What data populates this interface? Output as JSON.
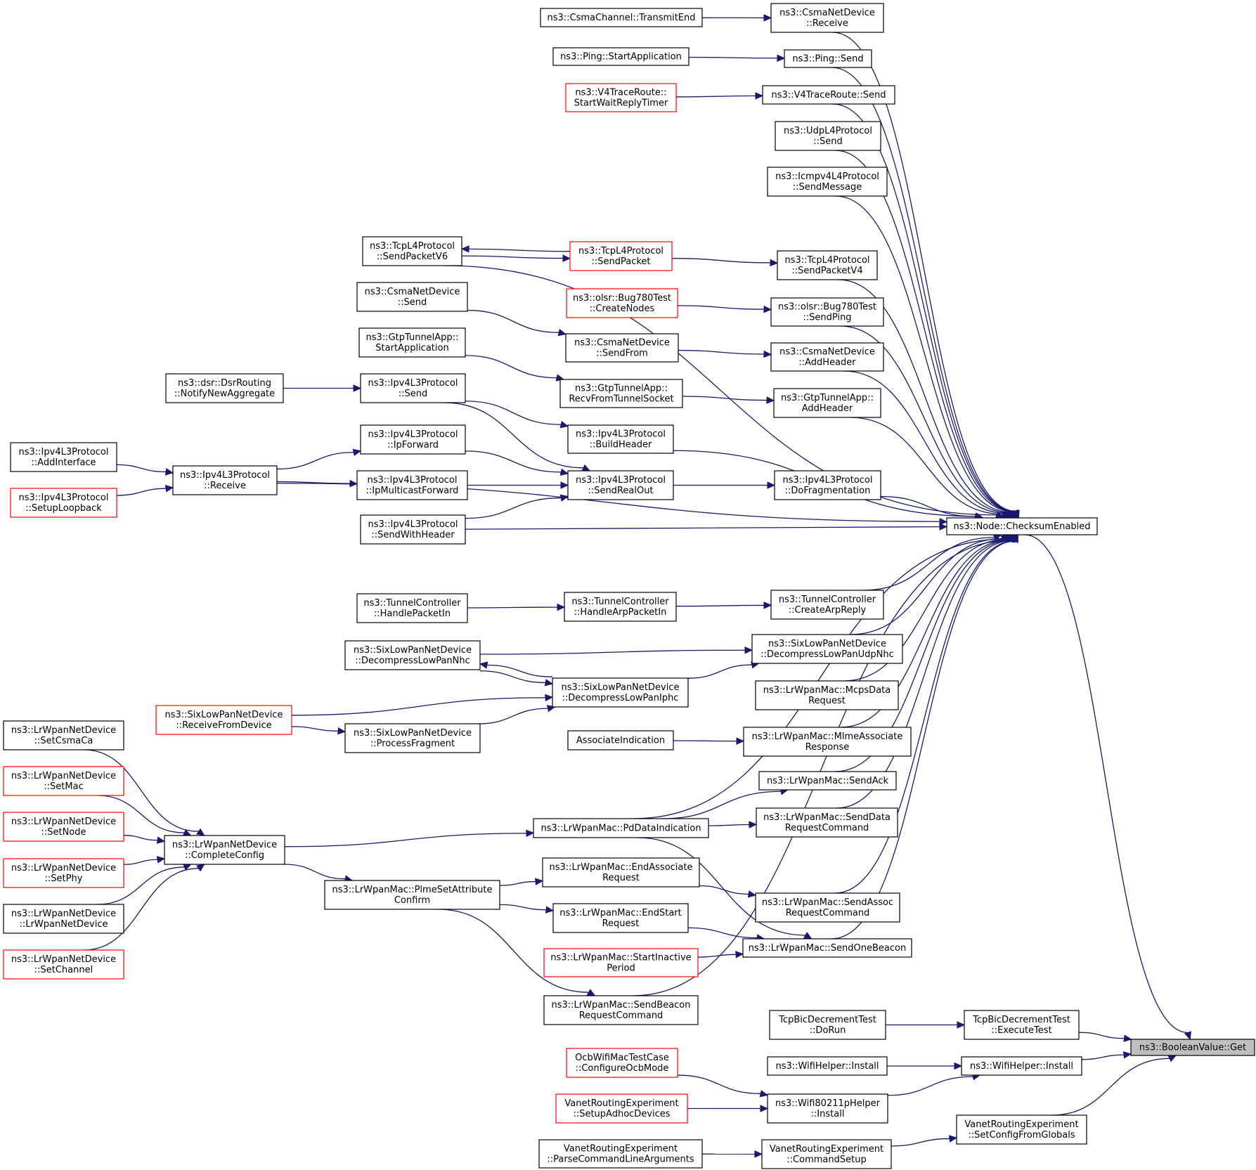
{
  "diagram": {
    "nodes": [
      {
        "id": "n_bool_get",
        "lines": [
          "ns3::BooleanValue::Get"
        ],
        "root": true
      },
      {
        "id": "n_checksum",
        "lines": [
          "ns3::Node::ChecksumEnabled"
        ]
      },
      {
        "id": "n_csma_transmitend",
        "lines": [
          "ns3::CsmaChannel::TransmitEnd"
        ]
      },
      {
        "id": "n_csma_receive",
        "lines": [
          "ns3::CsmaNetDevice",
          "::Receive"
        ]
      },
      {
        "id": "n_ping_start",
        "lines": [
          "ns3::Ping::StartApplication"
        ]
      },
      {
        "id": "n_ping_send",
        "lines": [
          "ns3::Ping::Send"
        ]
      },
      {
        "id": "n_v4tr_startwait",
        "lines": [
          "ns3::V4TraceRoute::",
          "StartWaitReplyTimer"
        ],
        "red": true
      },
      {
        "id": "n_v4tr_send",
        "lines": [
          "ns3::V4TraceRoute::Send"
        ]
      },
      {
        "id": "n_udpl4_send",
        "lines": [
          "ns3::UdpL4Protocol",
          "::Send"
        ]
      },
      {
        "id": "n_icmpv4_sendmsg",
        "lines": [
          "ns3::Icmpv4L4Protocol",
          "::SendMessage"
        ]
      },
      {
        "id": "n_tcp_sendpacketv6",
        "lines": [
          "ns3::TcpL4Protocol",
          "::SendPacketV6"
        ]
      },
      {
        "id": "n_tcp_sendpacket",
        "lines": [
          "ns3::TcpL4Protocol",
          "::SendPacket"
        ],
        "red": true
      },
      {
        "id": "n_tcp_sendpacketv4",
        "lines": [
          "ns3::TcpL4Protocol",
          "::SendPacketV4"
        ]
      },
      {
        "id": "n_csma_send",
        "lines": [
          "ns3::CsmaNetDevice",
          "::Send"
        ]
      },
      {
        "id": "n_olsr_createnodes",
        "lines": [
          "ns3::olsr::Bug780Test",
          "::CreateNodes"
        ],
        "red": true
      },
      {
        "id": "n_olsr_sendping",
        "lines": [
          "ns3::olsr::Bug780Test",
          "::SendPing"
        ]
      },
      {
        "id": "n_csma_sendfrom",
        "lines": [
          "ns3::CsmaNetDevice",
          "::SendFrom"
        ]
      },
      {
        "id": "n_csma_addheader",
        "lines": [
          "ns3::CsmaNetDevice",
          "::AddHeader"
        ]
      },
      {
        "id": "n_gtp_startapp",
        "lines": [
          "ns3::GtpTunnelApp::",
          "StartApplication"
        ]
      },
      {
        "id": "n_gtp_recv",
        "lines": [
          "ns3::GtpTunnelApp::",
          "RecvFromTunnelSocket"
        ]
      },
      {
        "id": "n_gtp_addheader",
        "lines": [
          "ns3::GtpTunnelApp::",
          "AddHeader"
        ]
      },
      {
        "id": "n_dsr_notify",
        "lines": [
          "ns3::dsr::DsrRouting",
          "::NotifyNewAggregate"
        ]
      },
      {
        "id": "n_ipv4_send",
        "lines": [
          "ns3::Ipv4L3Protocol",
          "::Send"
        ]
      },
      {
        "id": "n_ipv4_buildheader",
        "lines": [
          "ns3::Ipv4L3Protocol",
          "::BuildHeader"
        ]
      },
      {
        "id": "n_ipv4_ipforward",
        "lines": [
          "ns3::Ipv4L3Protocol",
          "::IpForward"
        ]
      },
      {
        "id": "n_ipv4_addinterface",
        "lines": [
          "ns3::Ipv4L3Protocol",
          "::AddInterface"
        ]
      },
      {
        "id": "n_ipv4_receive",
        "lines": [
          "ns3::Ipv4L3Protocol",
          "::Receive"
        ]
      },
      {
        "id": "n_ipv4_ipmcast",
        "lines": [
          "ns3::Ipv4L3Protocol",
          "::IpMulticastForward"
        ]
      },
      {
        "id": "n_ipv4_sendrealout",
        "lines": [
          "ns3::Ipv4L3Protocol",
          "::SendRealOut"
        ]
      },
      {
        "id": "n_ipv4_dofrag",
        "lines": [
          "ns3::Ipv4L3Protocol",
          "::DoFragmentation"
        ]
      },
      {
        "id": "n_ipv4_setuploop",
        "lines": [
          "ns3::Ipv4L3Protocol",
          "::SetupLoopback"
        ],
        "red": true
      },
      {
        "id": "n_ipv4_sendwithheader",
        "lines": [
          "ns3::Ipv4L3Protocol",
          "::SendWithHeader"
        ]
      },
      {
        "id": "n_tunnel_handlepkt",
        "lines": [
          "ns3::TunnelController",
          "::HandlePacketIn"
        ]
      },
      {
        "id": "n_tunnel_handlearp",
        "lines": [
          "ns3::TunnelController",
          "::HandleArpPacketIn"
        ]
      },
      {
        "id": "n_tunnel_createarp",
        "lines": [
          "ns3::TunnelController",
          "::CreateArpReply"
        ]
      },
      {
        "id": "n_six_decompnhc",
        "lines": [
          "ns3::SixLowPanNetDevice",
          "::DecompressLowPanNhc"
        ]
      },
      {
        "id": "n_six_decompudpnhc",
        "lines": [
          "ns3::SixLowPanNetDevice",
          "::DecompressLowPanUdpNhc"
        ]
      },
      {
        "id": "n_six_decompiphc",
        "lines": [
          "ns3::SixLowPanNetDevice",
          "::DecompressLowPanIphc"
        ]
      },
      {
        "id": "n_six_recvfromdev",
        "lines": [
          "ns3::SixLowPanNetDevice",
          "::ReceiveFromDevice"
        ],
        "red": true
      },
      {
        "id": "n_six_procfrag",
        "lines": [
          "ns3::SixLowPanNetDevice",
          "::ProcessFragment"
        ]
      },
      {
        "id": "n_lrmac_mcpsdata",
        "lines": [
          "ns3::LrWpanMac::McpsData",
          "Request"
        ]
      },
      {
        "id": "n_assoc_ind",
        "lines": [
          "AssociateIndication"
        ]
      },
      {
        "id": "n_lrmac_mlmeassoc",
        "lines": [
          "ns3::LrWpanMac::MlmeAssociate",
          "Response"
        ]
      },
      {
        "id": "n_lrdev_setcsmaca",
        "lines": [
          "ns3::LrWpanNetDevice",
          "::SetCsmaCa"
        ]
      },
      {
        "id": "n_lrmac_sendack",
        "lines": [
          "ns3::LrWpanMac::SendAck"
        ]
      },
      {
        "id": "n_lrdev_setmac",
        "lines": [
          "ns3::LrWpanNetDevice",
          "::SetMac"
        ],
        "red": true
      },
      {
        "id": "n_lrmac_pddata",
        "lines": [
          "ns3::LrWpanMac::PdDataIndication"
        ]
      },
      {
        "id": "n_lrmac_senddatareq",
        "lines": [
          "ns3::LrWpanMac::SendData",
          "RequestCommand"
        ]
      },
      {
        "id": "n_lrdev_setnode",
        "lines": [
          "ns3::LrWpanNetDevice",
          "::SetNode"
        ],
        "red": true
      },
      {
        "id": "n_lrdev_completeconfig",
        "lines": [
          "ns3::LrWpanNetDevice",
          "::CompleteConfig"
        ]
      },
      {
        "id": "n_lrdev_setphy",
        "lines": [
          "ns3::LrWpanNetDevice",
          "::SetPhy"
        ],
        "red": true
      },
      {
        "id": "n_lrmac_endassoc",
        "lines": [
          "ns3::LrWpanMac::EndAssociate",
          "Request"
        ]
      },
      {
        "id": "n_lrmac_plmeset",
        "lines": [
          "ns3::LrWpanMac::PlmeSetAttribute",
          "Confirm"
        ]
      },
      {
        "id": "n_lrmac_sendassoc",
        "lines": [
          "ns3::LrWpanMac::SendAssoc",
          "RequestCommand"
        ]
      },
      {
        "id": "n_lrdev_ctor",
        "lines": [
          "ns3::LrWpanNetDevice",
          "::LrWpanNetDevice"
        ]
      },
      {
        "id": "n_lrmac_endstart",
        "lines": [
          "ns3::LrWpanMac::EndStart",
          "Request"
        ]
      },
      {
        "id": "n_lrmac_startinactive",
        "lines": [
          "ns3::LrWpanMac::StartInactive",
          "Period"
        ],
        "red": true
      },
      {
        "id": "n_lrmac_sendonebeacon",
        "lines": [
          "ns3::LrWpanMac::SendOneBeacon"
        ]
      },
      {
        "id": "n_lrdev_setchannel",
        "lines": [
          "ns3::LrWpanNetDevice",
          "::SetChannel"
        ],
        "red": true
      },
      {
        "id": "n_lrmac_sendbeaconreq",
        "lines": [
          "ns3::LrWpanMac::SendBeacon",
          "RequestCommand"
        ]
      },
      {
        "id": "n_tcpbic_dorun",
        "lines": [
          "TcpBicDecrementTest",
          "::DoRun"
        ]
      },
      {
        "id": "n_tcpbic_exec",
        "lines": [
          "TcpBicDecrementTest",
          "::ExecuteTest"
        ]
      },
      {
        "id": "n_ocb_config",
        "lines": [
          "OcbWifiMacTestCase",
          "::ConfigureOcbMode"
        ],
        "red": true
      },
      {
        "id": "n_wifihelper_install_l",
        "lines": [
          "ns3::WifiHelper::Install"
        ]
      },
      {
        "id": "n_wifihelper_install_r",
        "lines": [
          "ns3::WifiHelper::Install"
        ]
      },
      {
        "id": "n_vanet_setupadhoc",
        "lines": [
          "VanetRoutingExperiment",
          "::SetupAdhocDevices"
        ],
        "red": true
      },
      {
        "id": "n_wifi80211p_install",
        "lines": [
          "ns3::Wifi80211pHelper",
          "::Install"
        ]
      },
      {
        "id": "n_vanet_setconfig",
        "lines": [
          "VanetRoutingExperiment",
          "::SetConfigFromGlobals"
        ]
      },
      {
        "id": "n_vanet_parsecmd",
        "lines": [
          "VanetRoutingExperiment",
          "::ParseCommandLineArguments"
        ]
      },
      {
        "id": "n_vanet_cmdsetup",
        "lines": [
          "VanetRoutingExperiment",
          "::CommandSetup"
        ]
      }
    ],
    "edges": [
      [
        "n_checksum",
        "n_bool_get"
      ],
      [
        "n_tcpbic_exec",
        "n_bool_get"
      ],
      [
        "n_wifihelper_install_r",
        "n_bool_get"
      ],
      [
        "n_vanet_setconfig",
        "n_bool_get"
      ],
      [
        "n_csma_receive",
        "n_checksum"
      ],
      [
        "n_ping_send",
        "n_checksum"
      ],
      [
        "n_v4tr_send",
        "n_checksum"
      ],
      [
        "n_udpl4_send",
        "n_checksum"
      ],
      [
        "n_icmpv4_sendmsg",
        "n_checksum"
      ],
      [
        "n_tcp_sendpacketv6",
        "n_checksum"
      ],
      [
        "n_tcp_sendpacketv4",
        "n_checksum"
      ],
      [
        "n_olsr_sendping",
        "n_checksum"
      ],
      [
        "n_csma_addheader",
        "n_checksum"
      ],
      [
        "n_gtp_addheader",
        "n_checksum"
      ],
      [
        "n_ipv4_buildheader",
        "n_checksum"
      ],
      [
        "n_ipv4_dofrag",
        "n_checksum"
      ],
      [
        "n_ipv4_sendwithheader",
        "n_checksum"
      ],
      [
        "n_ipv4_receive",
        "n_checksum"
      ],
      [
        "n_tunnel_createarp",
        "n_checksum"
      ],
      [
        "n_six_decompudpnhc",
        "n_checksum"
      ],
      [
        "n_lrmac_mcpsdata",
        "n_checksum"
      ],
      [
        "n_lrmac_mlmeassoc",
        "n_checksum"
      ],
      [
        "n_lrmac_sendack",
        "n_checksum"
      ],
      [
        "n_lrmac_senddatareq",
        "n_checksum"
      ],
      [
        "n_lrmac_pddata",
        "n_checksum"
      ],
      [
        "n_lrmac_sendassoc",
        "n_checksum"
      ],
      [
        "n_lrmac_sendonebeacon",
        "n_checksum"
      ],
      [
        "n_lrmac_sendbeaconreq",
        "n_checksum"
      ],
      [
        "n_csma_transmitend",
        "n_csma_receive"
      ],
      [
        "n_ping_start",
        "n_ping_send"
      ],
      [
        "n_v4tr_startwait",
        "n_v4tr_send"
      ],
      [
        "n_tcp_sendpacket",
        "n_tcp_sendpacketv6"
      ],
      [
        "n_tcp_sendpacketv6",
        "n_tcp_sendpacket"
      ],
      [
        "n_tcp_sendpacket",
        "n_tcp_sendpacketv4"
      ],
      [
        "n_olsr_createnodes",
        "n_olsr_sendping"
      ],
      [
        "n_csma_send",
        "n_csma_sendfrom"
      ],
      [
        "n_csma_sendfrom",
        "n_csma_addheader"
      ],
      [
        "n_gtp_startapp",
        "n_gtp_recv"
      ],
      [
        "n_gtp_recv",
        "n_gtp_addheader"
      ],
      [
        "n_dsr_notify",
        "n_ipv4_send"
      ],
      [
        "n_ipv4_send",
        "n_ipv4_buildheader"
      ],
      [
        "n_ipv4_send",
        "n_ipv4_sendrealout"
      ],
      [
        "n_ipv4_ipforward",
        "n_ipv4_sendrealout"
      ],
      [
        "n_ipv4_ipmcast",
        "n_ipv4_sendrealout"
      ],
      [
        "n_ipv4_sendwithheader",
        "n_ipv4_sendrealout"
      ],
      [
        "n_ipv4_sendrealout",
        "n_ipv4_dofrag"
      ],
      [
        "n_ipv4_receive",
        "n_ipv4_ipforward"
      ],
      [
        "n_ipv4_receive",
        "n_ipv4_ipmcast"
      ],
      [
        "n_ipv4_addinterface",
        "n_ipv4_receive"
      ],
      [
        "n_ipv4_setuploop",
        "n_ipv4_receive"
      ],
      [
        "n_tunnel_handlepkt",
        "n_tunnel_handlearp"
      ],
      [
        "n_tunnel_handlearp",
        "n_tunnel_createarp"
      ],
      [
        "n_six_decompnhc",
        "n_six_decompudpnhc"
      ],
      [
        "n_six_decompiphc",
        "n_six_decompnhc"
      ],
      [
        "n_six_decompnhc",
        "n_six_decompiphc"
      ],
      [
        "n_six_decompiphc",
        "n_six_decompudpnhc"
      ],
      [
        "n_six_recvfromdev",
        "n_six_decompiphc"
      ],
      [
        "n_six_recvfromdev",
        "n_six_procfrag"
      ],
      [
        "n_six_procfrag",
        "n_six_decompiphc"
      ],
      [
        "n_assoc_ind",
        "n_lrmac_mlmeassoc"
      ],
      [
        "n_lrmac_pddata",
        "n_lrmac_sendack"
      ],
      [
        "n_lrmac_pddata",
        "n_lrmac_senddatareq"
      ],
      [
        "n_lrmac_pddata",
        "n_lrmac_sendonebeacon"
      ],
      [
        "n_lrdev_completeconfig",
        "n_lrmac_pddata"
      ],
      [
        "n_lrdev_completeconfig",
        "n_lrmac_plmeset"
      ],
      [
        "n_lrdev_setcsmaca",
        "n_lrdev_completeconfig"
      ],
      [
        "n_lrdev_setmac",
        "n_lrdev_completeconfig"
      ],
      [
        "n_lrdev_setnode",
        "n_lrdev_completeconfig"
      ],
      [
        "n_lrdev_setphy",
        "n_lrdev_completeconfig"
      ],
      [
        "n_lrdev_ctor",
        "n_lrdev_completeconfig"
      ],
      [
        "n_lrdev_setchannel",
        "n_lrdev_completeconfig"
      ],
      [
        "n_lrmac_plmeset",
        "n_lrmac_endassoc"
      ],
      [
        "n_lrmac_plmeset",
        "n_lrmac_endstart"
      ],
      [
        "n_lrmac_plmeset",
        "n_lrmac_sendbeaconreq"
      ],
      [
        "n_lrmac_endassoc",
        "n_lrmac_sendassoc"
      ],
      [
        "n_lrmac_endstart",
        "n_lrmac_sendonebeacon"
      ],
      [
        "n_lrmac_startinactive",
        "n_lrmac_sendonebeacon"
      ],
      [
        "n_tcpbic_dorun",
        "n_tcpbic_exec"
      ],
      [
        "n_wifihelper_install_l",
        "n_wifihelper_install_r"
      ],
      [
        "n_wifi80211p_install",
        "n_wifihelper_install_r"
      ],
      [
        "n_ocb_config",
        "n_wifi80211p_install"
      ],
      [
        "n_vanet_setupadhoc",
        "n_wifi80211p_install"
      ],
      [
        "n_vanet_cmdsetup",
        "n_vanet_setconfig"
      ],
      [
        "n_vanet_parsecmd",
        "n_vanet_cmdsetup"
      ]
    ]
  }
}
